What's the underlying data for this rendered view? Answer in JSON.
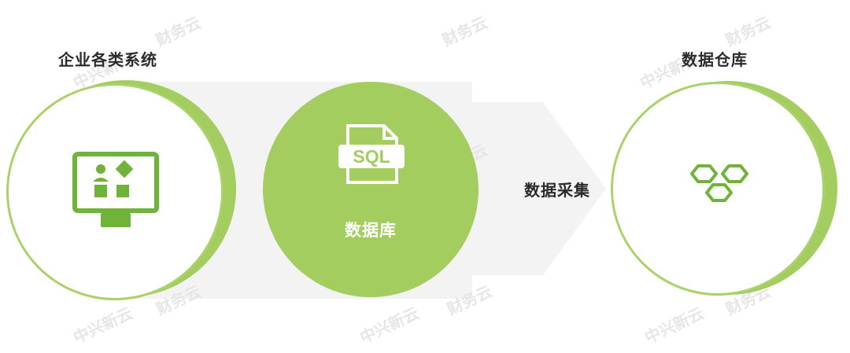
{
  "labels": {
    "left_title": "企业各类系统",
    "right_title": "数据仓库",
    "collect": "数据采集",
    "database": "数据库"
  },
  "sql_badge": "SQL",
  "watermark": {
    "brand": "财务云",
    "company": "中兴新云"
  },
  "icons": [
    "monitor-dashboard-icon",
    "sql-file-icon",
    "hexagon-cluster-icon"
  ],
  "colors": {
    "green": "#a3cd5e",
    "green_dark": "#6fb33a",
    "band": "#f2f2f2",
    "text": "#2b2b2b"
  }
}
